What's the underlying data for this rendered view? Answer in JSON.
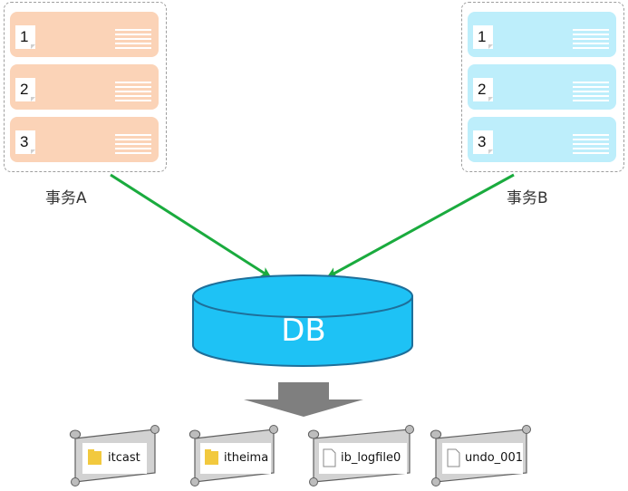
{
  "transaction_a": {
    "label": "事务A",
    "color": "#fbd3b7",
    "rows": [
      "1",
      "2",
      "3"
    ]
  },
  "transaction_b": {
    "label": "事务B",
    "color": "#bdeefb",
    "rows": [
      "1",
      "2",
      "3"
    ]
  },
  "database": {
    "label": "DB",
    "color": "#1ec2f5"
  },
  "arrow_color": "#1aab3e",
  "files": [
    {
      "name": "itcast",
      "icon": "folder-icon"
    },
    {
      "name": "itheima",
      "icon": "folder-icon"
    },
    {
      "name": "ib_logfile0",
      "icon": "file-icon"
    },
    {
      "name": "undo_001",
      "icon": "file-icon"
    }
  ]
}
